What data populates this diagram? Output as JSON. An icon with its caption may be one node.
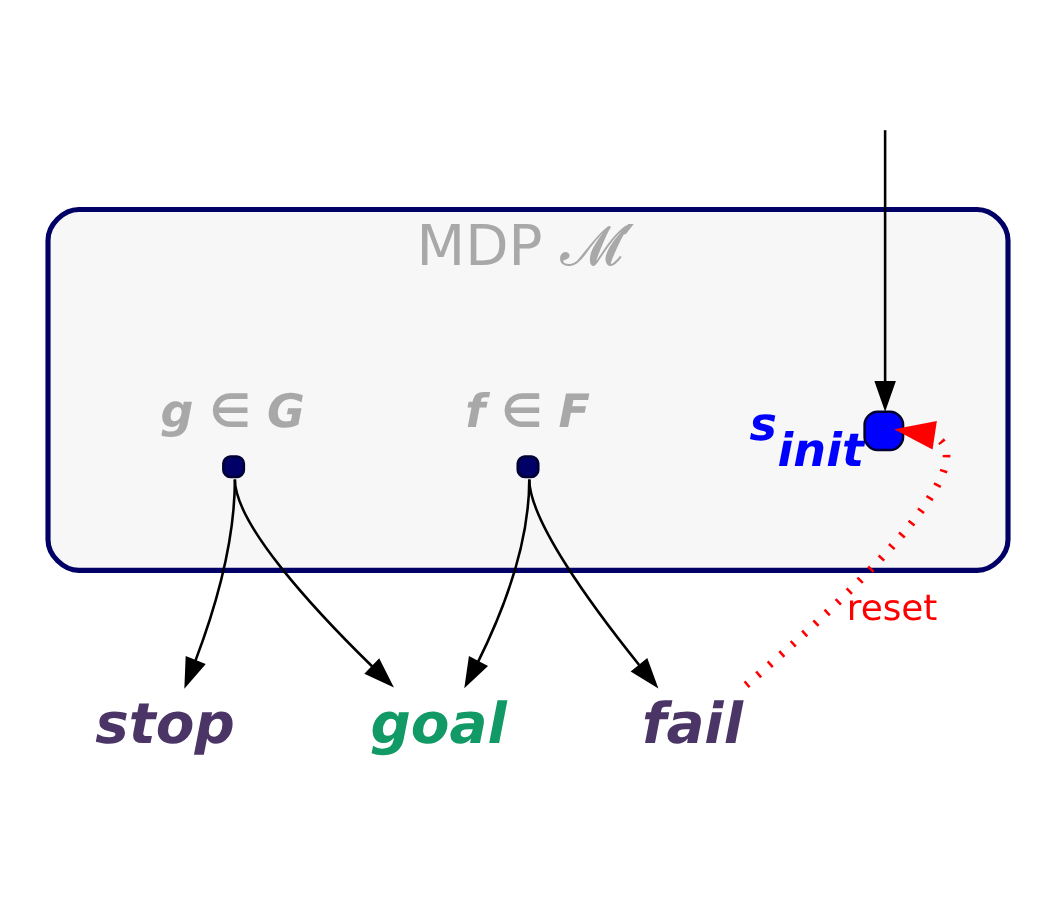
{
  "diagram": {
    "nodes": [
      {
        "text": [
          "MDP 𝓜′"
        ]
      },
      {
        "text": [],
        "shape": "circle",
        "beside": [
          "s$_{init}$"
        ],
        "in": 0
      },
      {
        "text": [],
        "shape": "circle",
        "beside": [
          "g ∈ G"
        ],
        "in": 0
      },
      {
        "text": [],
        "shape": "circle",
        "beside": [
          "f ∈ F"
        ],
        "in": 0
      },
      {
        "text": [
          "stop"
        ]
      },
      {
        "text": [
          "goal"
        ]
      },
      {
        "text": [
          "fail"
        ]
      }
    ],
    "edges": [
      {
        "from": null,
        "to": 1,
        "arrow": "to"
      },
      {
        "from": 2,
        "to": 4,
        "arrow": "to"
      },
      {
        "from": 2,
        "to": 5,
        "arrow": "to"
      },
      {
        "from": 3,
        "to": 5,
        "arrow": "to"
      },
      {
        "from": 3,
        "to": 6,
        "arrow": "to"
      },
      {
        "from": 6,
        "to": 1,
        "arrow": "to",
        "label": "reset",
        "style": "dashed",
        "color": "#ff0000"
      }
    ]
  }
}
